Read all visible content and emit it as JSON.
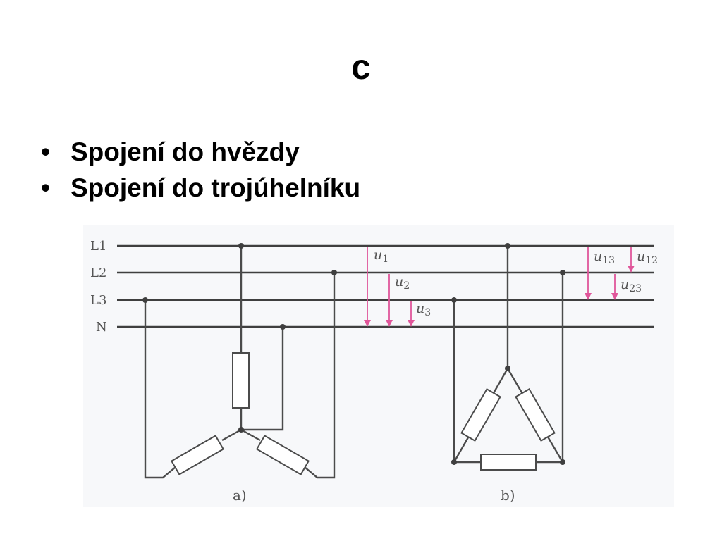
{
  "slide": {
    "title": "c",
    "bullets": [
      {
        "symbol": "•",
        "text": "Spojení do hvězdy"
      },
      {
        "symbol": "•",
        "text": "Spojení do trojúhelníku"
      }
    ]
  },
  "diagram": {
    "lines": {
      "l1": "L1",
      "l2": "L2",
      "l3": "L3",
      "n": "N"
    },
    "voltages": {
      "u1": {
        "symbol": "u",
        "sub": "1"
      },
      "u2": {
        "symbol": "u",
        "sub": "2"
      },
      "u3": {
        "symbol": "u",
        "sub": "3"
      },
      "u13": {
        "symbol": "u",
        "sub": "13"
      },
      "u12": {
        "symbol": "u",
        "sub": "12"
      },
      "u23": {
        "symbol": "u",
        "sub": "23"
      }
    },
    "captions": {
      "a": "a)",
      "b": "b)"
    },
    "colors": {
      "wire": "#4b4b4b",
      "arrow": "#e0569a",
      "label": "#555555"
    }
  }
}
